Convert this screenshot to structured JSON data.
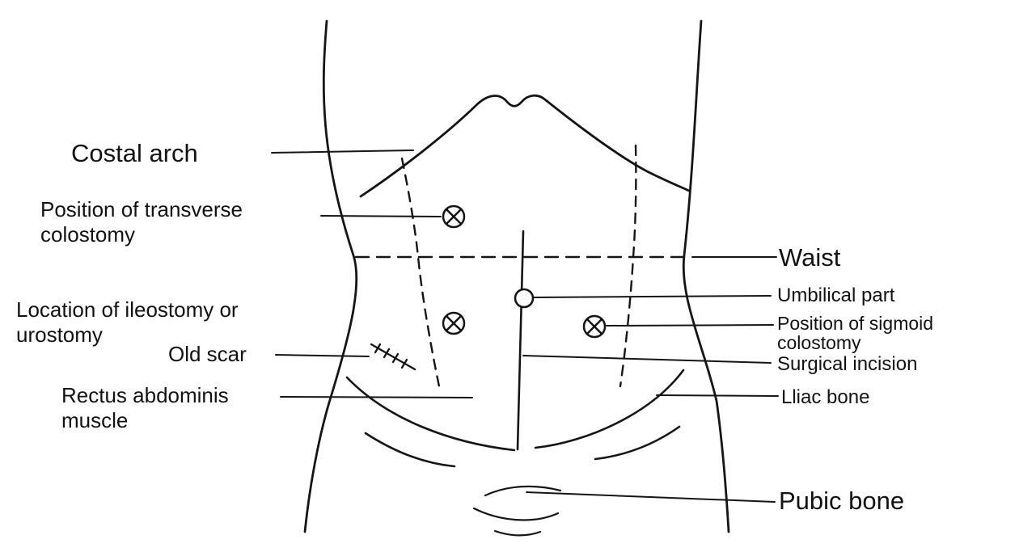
{
  "figure": {
    "ink_color": "#151515",
    "background_color": "#ffffff",
    "labels": {
      "costal_arch": "Costal arch",
      "transverse_colostomy": "Position of transverse colostomy",
      "waist": "Waist",
      "umbilical_part": "Umbilical part",
      "ileostomy_urostomy": "Location of ileostomy or urostomy",
      "old_scar": "Old scar",
      "sigmoid_colostomy": "Position of sigmoid colostomy",
      "surgical_incision": "Surgical incision",
      "rectus_abdominis": "Rectus abdominis muscle",
      "iliac_bone": "Lliac bone",
      "pubic_bone": "Pubic bone"
    }
  }
}
